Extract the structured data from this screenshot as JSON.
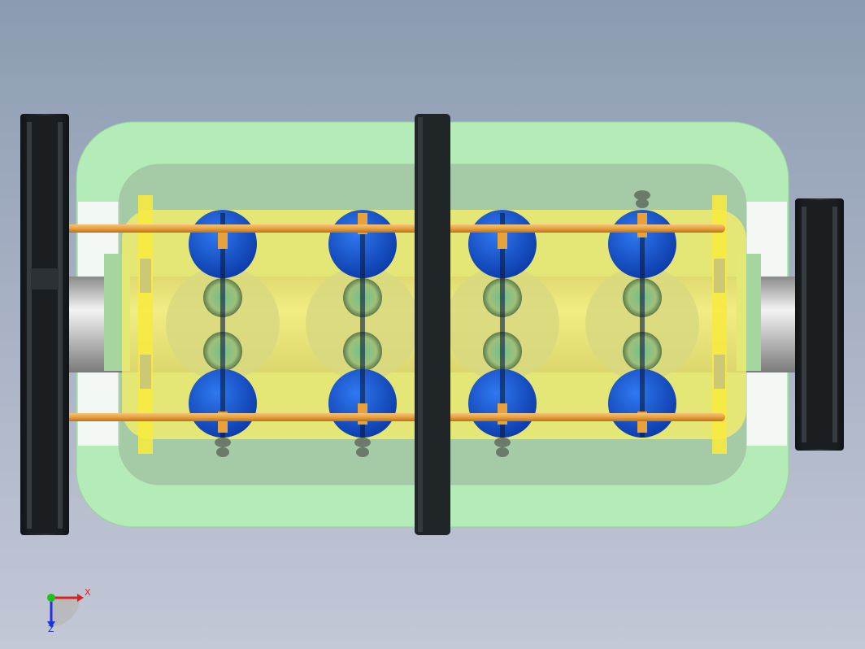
{
  "viewport": {
    "background_top": "#8c9bb2",
    "background_bottom": "#c3c8d6"
  },
  "model": {
    "housing_color": "#b3ecb6",
    "block_color": "#f2ec6a",
    "pulley_color": "#1f2326",
    "valve_color": "#1a5ad8",
    "rod_color": "#e8a23c",
    "shaft_color": "#d6d6d6",
    "cylinders": 4
  },
  "triad": {
    "x_label": "X",
    "z_label": "Z",
    "x_color": "#e02020",
    "y_color": "#20c020",
    "z_color": "#2030e0"
  }
}
